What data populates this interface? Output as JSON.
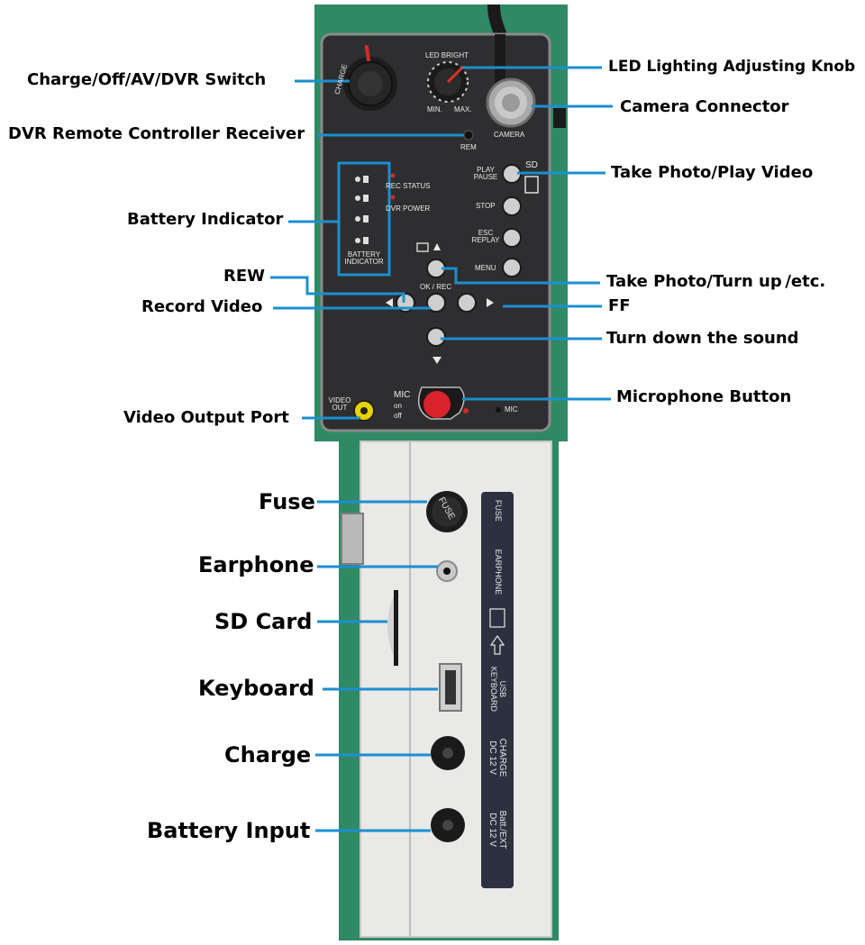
{
  "callouts": {
    "charge_switch": "Charge/Off/AV/DVR Switch",
    "led_knob": "LED Lighting Adjusting Knob",
    "camera_connector": "Camera Connector",
    "dvr_remote": "DVR Remote Controller Receiver",
    "take_photo_play": "Take Photo/Play Video",
    "battery_indicator": "Battery Indicator",
    "rew": "REW",
    "take_photo_up": "Take Photo/Turn up /etc.",
    "record_video": "Record Video",
    "ff": "FF",
    "turn_down": "Turn down the sound",
    "microphone_button": "Microphone Button",
    "video_output": "Video Output Port",
    "fuse": "Fuse",
    "earphone": "Earphone",
    "sd_card": "SD Card",
    "keyboard": "Keyboard",
    "charge": "Charge",
    "battery_input": "Battery Input"
  },
  "panel_labels": {
    "charge_dial": "CHARGE",
    "led_bright": "LED BRIGHT",
    "min": "MIN.",
    "max": "MAX.",
    "camera": "CAMERA",
    "rem": "REM",
    "rec_status": "REC STATUS",
    "dvr_power": "DVR POWER",
    "battery_indicator": "BATTERY\nINDICATOR",
    "play_pause": "PLAY\nPAUSE",
    "sd": "SD",
    "stop": "STOP",
    "esc_replay": "ESC\nREPLAY",
    "menu": "MENU",
    "ok_rec": "OK / REC",
    "video_out": "VIDEO\nOUT",
    "mic_big": "MIC",
    "mic_on": "on",
    "mic_off": "off",
    "mic_small": "MIC"
  },
  "side_labels": {
    "fuse_cap": "FUSE",
    "fuse": "FUSE",
    "earphone": "EARPHONE",
    "usb_keyboard": "USB\nKEYBOARD",
    "charge": "CHARGE\nDC 12 V",
    "batt_ext": "Batt./EXT\nDC 12 V"
  },
  "colors": {
    "accent_line": "#1b8fd0",
    "panel": "#2e2e30",
    "green_bg": "#2f8a63",
    "case": "#e9e9e7",
    "mic_button": "#d8232a"
  }
}
